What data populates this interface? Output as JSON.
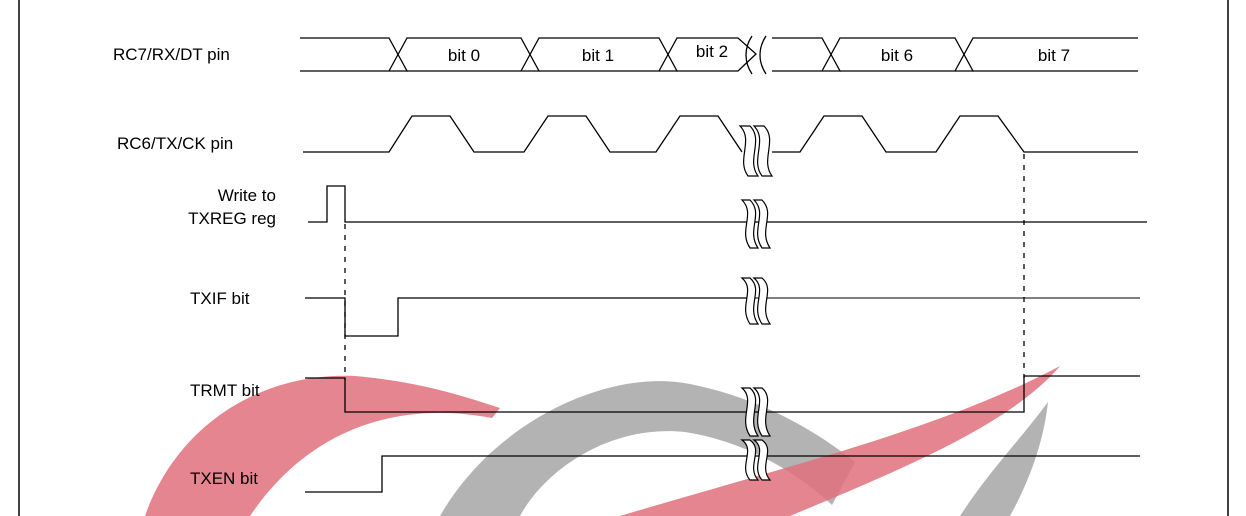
{
  "signals": [
    {
      "id": "rx",
      "label": "RC7/RX/DT pin"
    },
    {
      "id": "tx",
      "label": "RC6/TX/CK pin"
    },
    {
      "id": "write",
      "label_line1": "Write to",
      "label_line2": "TXREG reg"
    },
    {
      "id": "txif",
      "label": "TXIF bit"
    },
    {
      "id": "trmt",
      "label": "TRMT bit"
    },
    {
      "id": "txen",
      "label": "TXEN bit"
    }
  ],
  "data_bits": [
    "bit 0",
    "bit 1",
    "bit 2",
    "bit 6",
    "bit 7"
  ],
  "watermark": {
    "red": "#e0707c",
    "gray": "#a6a6a6"
  }
}
